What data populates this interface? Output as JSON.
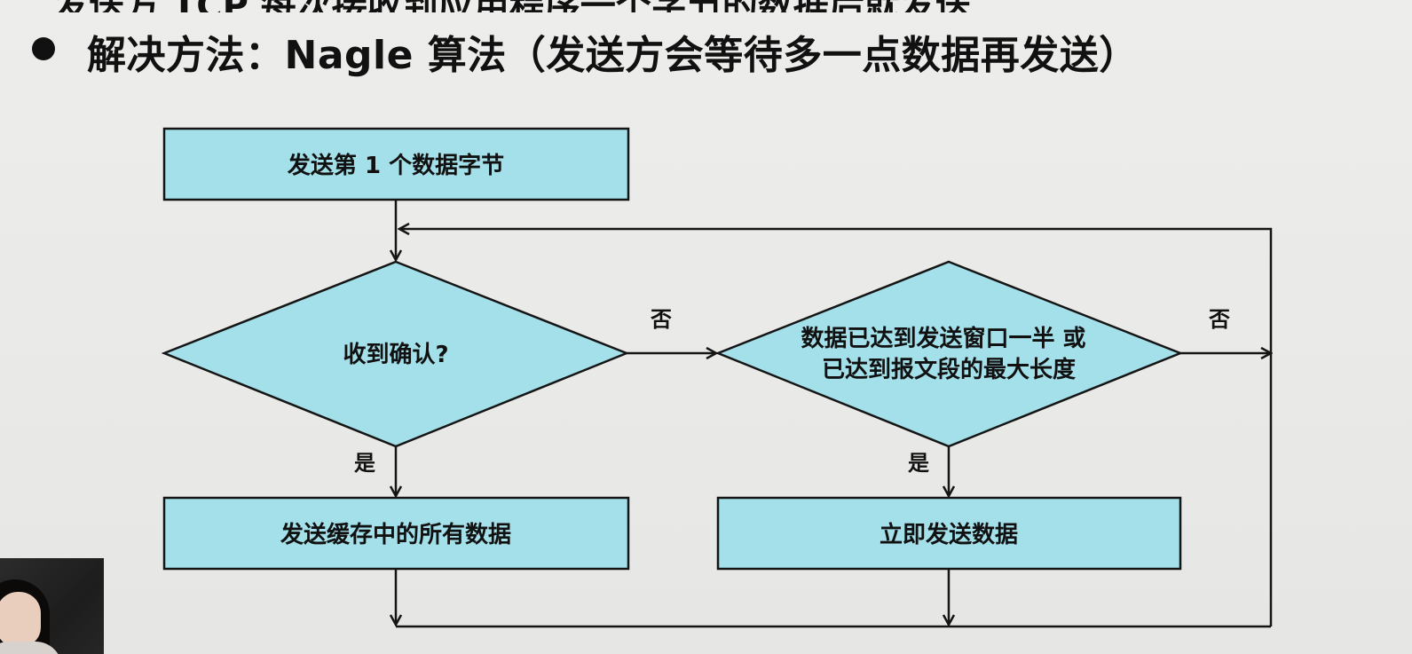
{
  "slide": {
    "top_cut_line": {
      "black_part": "发送方 TCP 每次接收到应用程序一个字节的数据后就发送",
      "red_part": "",
      "tail": ""
    },
    "bullet": {
      "text": "解决方法：Nagle 算法（发送方会等待多一点数据再发送）"
    }
  },
  "flowchart": {
    "nodes": {
      "send_first_byte": {
        "label": "发送第 1 个数据字节",
        "shape": "rectangle"
      },
      "ack_received": {
        "label": "收到确认?",
        "shape": "diamond"
      },
      "half_window_or_mss": {
        "label_line1": "数据已达到发送窗口一半 或",
        "label_line2": "已达到报文段的最大长度",
        "shape": "diamond"
      },
      "send_all_buffered": {
        "label": "发送缓存中的所有数据",
        "shape": "rectangle"
      },
      "send_immediately": {
        "label": "立即发送数据",
        "shape": "rectangle"
      }
    },
    "edge_labels": {
      "ack_no": "否",
      "ack_yes": "是",
      "half_no": "否",
      "half_yes": "是"
    },
    "colors": {
      "node_fill": "#a4e0ea",
      "stroke": "#151515",
      "background": "#ececea"
    }
  }
}
